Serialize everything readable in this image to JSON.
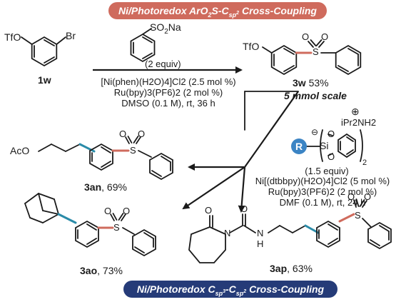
{
  "banner_top": {
    "pre": "Ni/Photoredox ArO",
    "sub1": "2",
    "mid": "S-C",
    "sub2": "sp",
    "sup": "2",
    "post": " Cross-Coupling"
  },
  "banner_bottom": {
    "pre": "Ni/Photoredox C",
    "sub1": "sp",
    "sup1": "3",
    "mid": "-C",
    "sub2": "sp",
    "sup2": "2",
    "post": " Cross-Coupling"
  },
  "start": {
    "otf": "TfO",
    "br": "Br",
    "label": "1w"
  },
  "reagent1": {
    "so2na": "SO",
    "so2na_sub": "2",
    "so2na_tail": "Na",
    "equiv": "(2 equiv)"
  },
  "conditions1": {
    "line1": "[Ni(phen)(H2O)4]Cl2 (2.5 mol %)",
    "line2": "Ru(bpy)3(PF6)2 (2 mol %)",
    "line3": "DMSO (0.1 M), rt, 36 h"
  },
  "product_3w": {
    "otf": "TfO",
    "label": "3w",
    "yield": "53%",
    "scale": "5 mmol scale"
  },
  "silicate": {
    "r": "R",
    "si": "Si",
    "o": "O",
    "cation": "iPr2NH2",
    "equiv": "(1.5 equiv)",
    "sub2": "2"
  },
  "conditions2": {
    "line1": "Ni[(dtbbpy)(H2O)4]Cl2 (5 mol %)",
    "line2": "Ru(bpy)3(PF6)2 (2 mol %)",
    "line3": "DMF (0.1 M), rt, 24 h"
  },
  "product_3an": {
    "aco": "AcO",
    "label": "3an",
    "yield": "69%"
  },
  "product_3ao": {
    "label": "3ao",
    "yield": "73%"
  },
  "product_3ap": {
    "o": "O",
    "n": "N",
    "nh": "N",
    "h": "H",
    "label": "3ap",
    "yield": "63%"
  },
  "sulfonyl": {
    "s": "S",
    "o": "O"
  },
  "colors": {
    "aryl_sulfonyl_bond": "#cf6b5d",
    "alkyl_aryl_bond": "#2a8ba8",
    "r_group": "#3b84c4",
    "banner_top": "#cf6b5d",
    "banner_bottom": "#253b78"
  }
}
